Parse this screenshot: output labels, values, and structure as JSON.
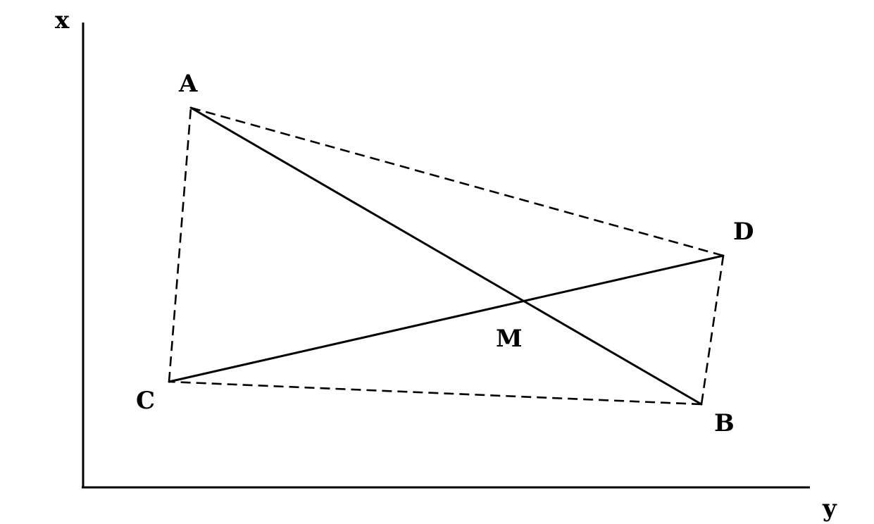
{
  "axes": {
    "vertical_label": "x",
    "horizontal_label": "y"
  },
  "points": {
    "A": "A",
    "B": "B",
    "C": "C",
    "D": "D",
    "M": "M"
  },
  "colors": {
    "ink": "#000000",
    "background": "#ffffff"
  }
}
